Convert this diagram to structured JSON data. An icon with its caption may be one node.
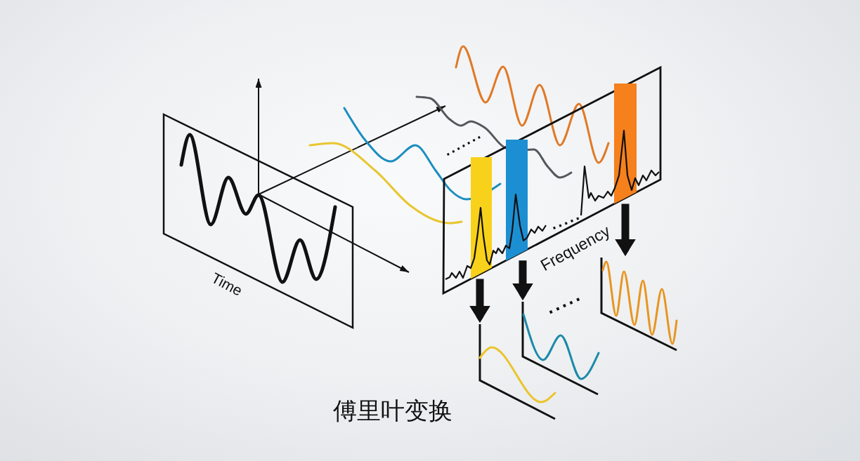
{
  "diagram": {
    "caption": "傅里叶变换",
    "nodes": [
      {
        "text": [
          "Time"
        ]
      },
      {
        "text": [
          "Frequency"
        ]
      },
      {
        "text": [],
        "shape": "bar",
        "in": 1
      },
      {
        "text": [],
        "shape": "bar",
        "in": 1
      },
      {
        "text": [],
        "shape": "bar",
        "in": 1
      },
      {
        "text": [],
        "shape": "picture"
      },
      {
        "text": [],
        "shape": "picture"
      },
      {
        "text": [],
        "shape": "picture"
      }
    ],
    "edges": [
      {
        "from": 2,
        "to": 5,
        "arrow": "to"
      },
      {
        "from": 3,
        "to": 6,
        "arrow": "to"
      },
      {
        "from": 4,
        "to": 7,
        "arrow": "to"
      }
    ],
    "labels": [
      ".......",
      ".....",
      "....."
    ]
  }
}
